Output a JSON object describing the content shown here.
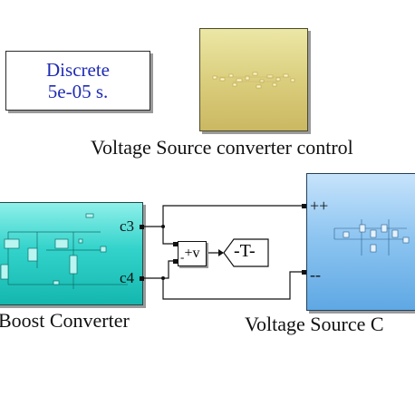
{
  "powergui": {
    "line1": "Discrete",
    "line2": "5e-05 s."
  },
  "blocks": {
    "vsc_control": {
      "label": "Voltage Source converter control"
    },
    "boost_converter": {
      "label": "Boost Converter",
      "port_top": "c3",
      "port_bottom": "c4"
    },
    "voltage_source_converter": {
      "label": "Voltage Source C",
      "port_top": "++",
      "port_bottom": "--"
    },
    "voltage_measurement": {
      "label": "+v",
      "minus": "-"
    },
    "goto_tag": {
      "label": "-T-"
    }
  },
  "colors": {
    "powergui_text": "#1f2bb5",
    "control_block": "#d9cc7a",
    "boost_block": "#33d3cb",
    "vsc_block": "#8fc6f1"
  }
}
